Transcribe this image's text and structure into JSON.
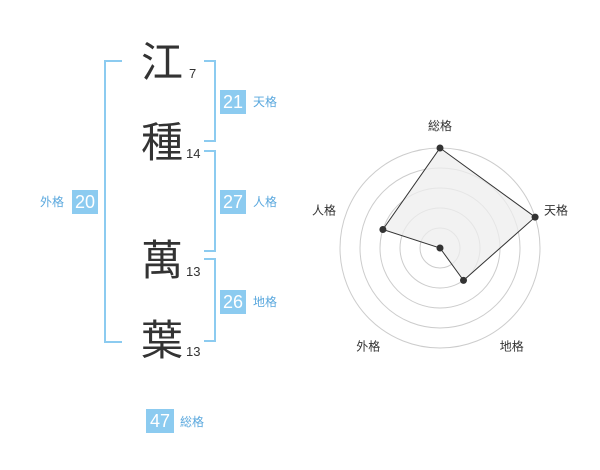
{
  "name": {
    "characters": [
      {
        "char": "江",
        "strokes": "7"
      },
      {
        "char": "種",
        "strokes": "14"
      },
      {
        "char": "萬",
        "strokes": "13"
      },
      {
        "char": "葉",
        "strokes": "13"
      }
    ]
  },
  "fortune": {
    "tenkaku": {
      "value": "21",
      "label": "天格"
    },
    "jinkaku": {
      "value": "27",
      "label": "人格"
    },
    "chikaku": {
      "value": "26",
      "label": "地格"
    },
    "gaikaku": {
      "value": "20",
      "label": "外格"
    },
    "soukaku": {
      "value": "47",
      "label": "総格"
    }
  },
  "radar": {
    "axes": [
      "総格",
      "天格",
      "地格",
      "外格",
      "人格"
    ],
    "levels": [
      5,
      5,
      2,
      0,
      3
    ],
    "max_level": 5,
    "fill_color": "#eeeeee",
    "line_color": "#333333",
    "grid_color": "#cccccc"
  },
  "colors": {
    "accent": "#8ccbf0",
    "label": "#5aa8de"
  }
}
